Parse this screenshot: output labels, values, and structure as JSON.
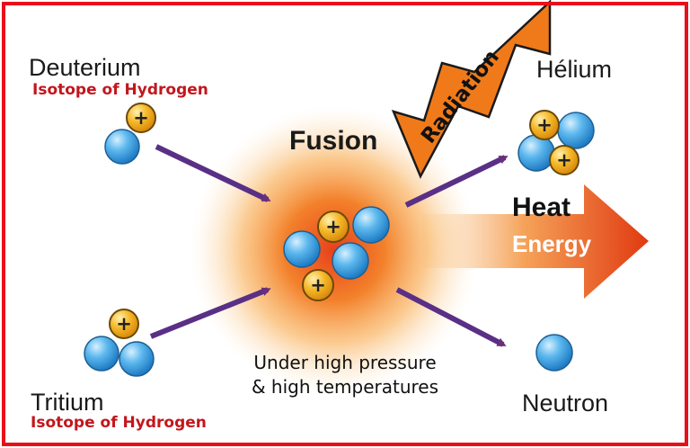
{
  "labels": {
    "deuterium": "Deuterium",
    "deuterium_sub": "Isotope of Hydrogen",
    "tritium": "Tritium",
    "tritium_sub": "Isotope of Hydrogen",
    "fusion": "Fusion",
    "helium": "Hélium",
    "neutron": "Neutron",
    "radiation": "Radiation",
    "heat": "Heat",
    "energy": "Energy",
    "condition_line1": "Under high pressure",
    "condition_line2": "& high temperatures",
    "proton_symbol": "+"
  },
  "colors": {
    "frame": "#e8101a",
    "subtitle": "#c3161c",
    "proton": "#f3b21e",
    "neutron": "#49a6e6",
    "arrow": "#5a3a8a",
    "radiation": "#f07a1a",
    "heat_arrow": "#e8501a",
    "glow": "#f7931e"
  }
}
